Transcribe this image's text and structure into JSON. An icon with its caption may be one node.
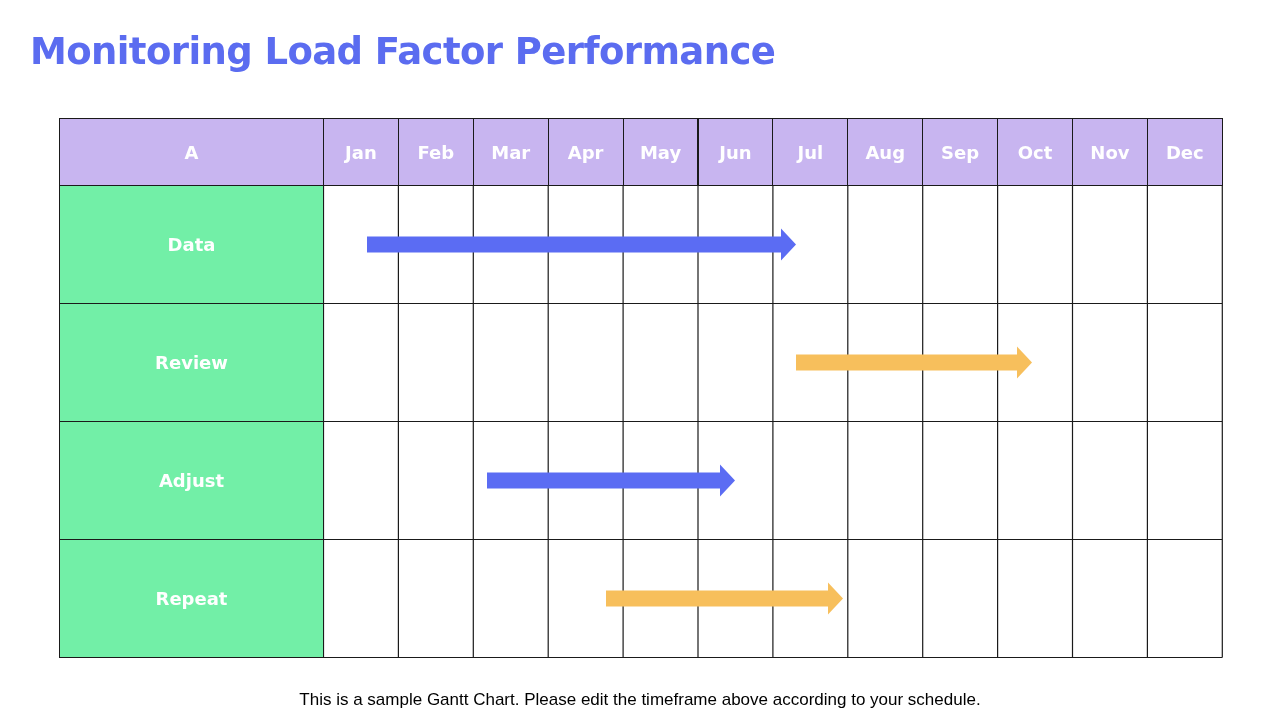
{
  "diagram": {
    "title": "Monitoring Load Factor Performance",
    "caption": "This is a sample Gantt Chart. Please edit the timeframe above according to your schedule.",
    "labels": [
      "A",
      "Jan",
      "Feb",
      "Mar",
      "Apr",
      "May",
      "Jun",
      "Jul",
      "Aug",
      "Sep",
      "Oct",
      "Nov",
      "Dec",
      "Data",
      "Review",
      "Adjust",
      "Repeat"
    ]
  }
}
